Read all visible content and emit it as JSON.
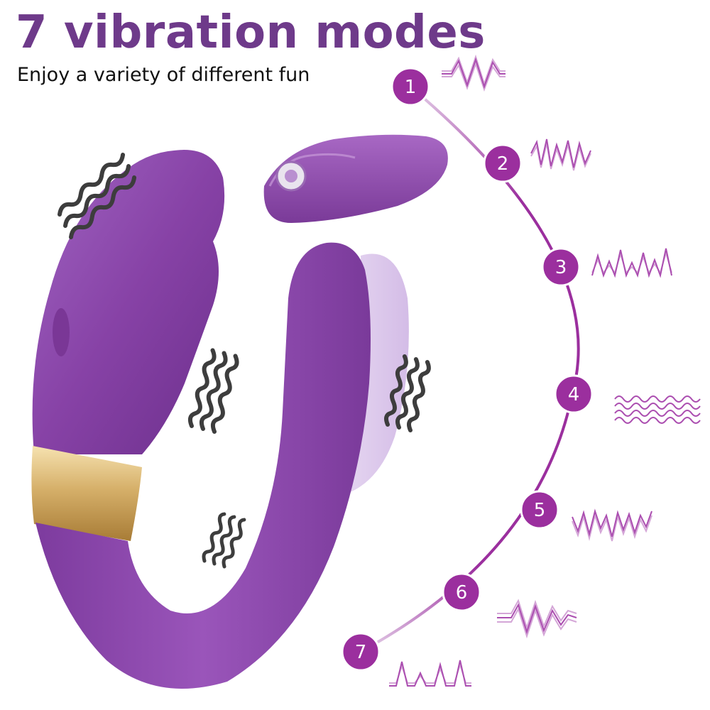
{
  "header": {
    "title": "7 vibration modes",
    "subtitle": "Enjoy a variety of different fun"
  },
  "colors": {
    "title": "#6e3a8a",
    "accent": "#9b2f9e",
    "device": "#8a46a8",
    "ring": "#c9a45a",
    "ghost": "#d9c3ea"
  },
  "modes": [
    {
      "label": "1"
    },
    {
      "label": "2"
    },
    {
      "label": "3"
    },
    {
      "label": "4"
    },
    {
      "label": "5"
    },
    {
      "label": "6"
    },
    {
      "label": "7"
    }
  ]
}
